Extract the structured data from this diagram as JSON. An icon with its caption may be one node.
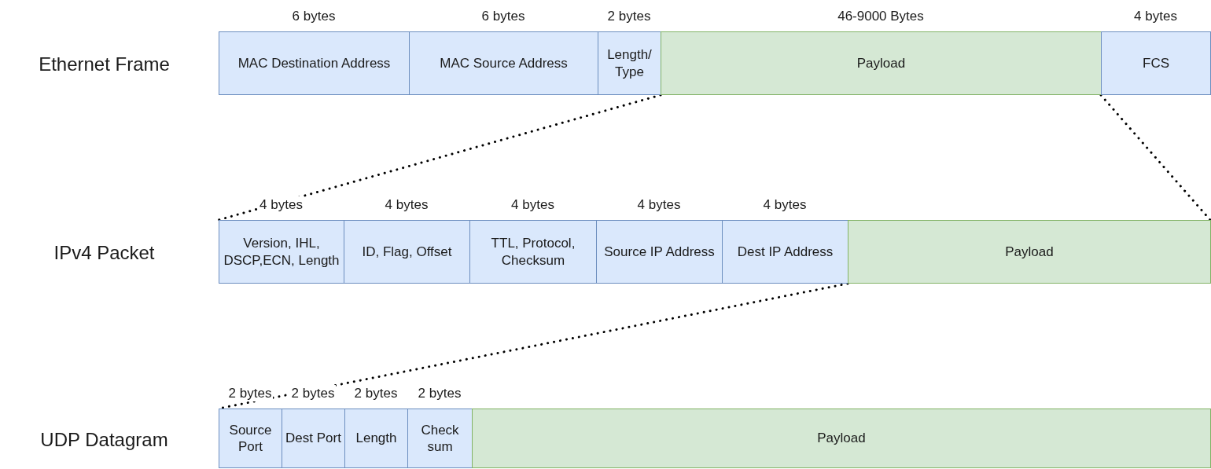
{
  "diagram": {
    "nodes": [
      {
        "text": [
          "MAC Destination Address"
        ],
        "beside": [
          "6 bytes"
        ]
      },
      {
        "text": [
          "MAC Source Address"
        ],
        "beside": [
          "6 bytes"
        ]
      },
      {
        "text": [
          "Length/ Type"
        ],
        "beside": [
          "2 bytes"
        ]
      },
      {
        "text": [
          "Payload"
        ],
        "beside": [
          "46-9000 Bytes"
        ]
      },
      {
        "text": [
          "FCS"
        ],
        "beside": [
          "4 bytes"
        ]
      },
      {
        "text": [
          "Version, IHL, DSCP,ECN, Length"
        ],
        "beside": [
          "4 bytes"
        ]
      },
      {
        "text": [
          "ID, Flag, Offset"
        ],
        "beside": [
          "4 bytes"
        ]
      },
      {
        "text": [
          "TTL, Protocol, Checksum"
        ],
        "beside": [
          "4 bytes"
        ]
      },
      {
        "text": [
          "Source IP Address"
        ],
        "beside": [
          "4 bytes"
        ]
      },
      {
        "text": [
          "Dest IP Address"
        ],
        "beside": [
          "4 bytes"
        ]
      },
      {
        "text": [
          "Payload"
        ]
      },
      {
        "text": [
          "Source Port"
        ],
        "beside": [
          "2 bytes"
        ]
      },
      {
        "text": [
          "Dest Port"
        ],
        "beside": [
          "2 bytes"
        ]
      },
      {
        "text": [
          "Length"
        ],
        "beside": [
          "2 bytes"
        ]
      },
      {
        "text": [
          "Check sum"
        ],
        "beside": [
          "2 bytes"
        ]
      },
      {
        "text": [
          "Payload"
        ]
      }
    ],
    "edges": [
      {
        "from": 3,
        "to": 5,
        "arrow": "none",
        "style": "dashed"
      },
      {
        "from": 3,
        "to": 10,
        "arrow": "none",
        "style": "dashed"
      },
      {
        "from": 10,
        "to": 11,
        "arrow": "none",
        "style": "dashed"
      }
    ],
    "labels": [
      "Ethernet Frame",
      "IPv4 Packet",
      "UDP Datagram"
    ]
  }
}
